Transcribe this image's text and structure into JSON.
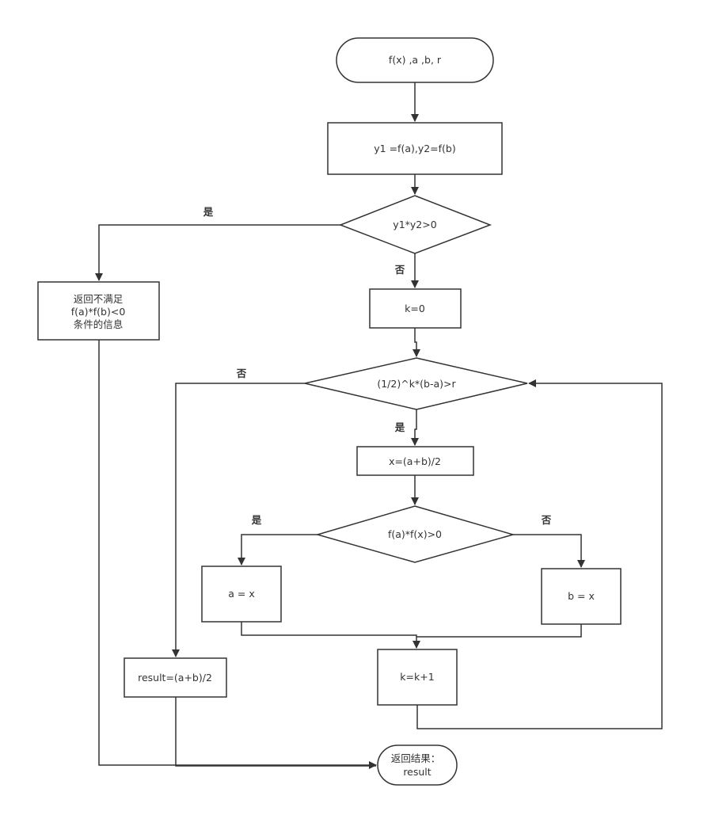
{
  "nodes": {
    "start": "f(x) ,a ,b, r",
    "compute_y": "y1 =f(a),y2=f(b)",
    "check_sign": "y1*y2>0",
    "error_msg": [
      "返回不满足",
      "f(a)*f(b)<0",
      "条件的信息"
    ],
    "init_k": "k=0",
    "loop_cond": "(1/2)^k*(b-a)>r",
    "midpoint": "x=(a+b)/2",
    "check_mid": "f(a)*f(x)>0",
    "assign_a": "a = x",
    "assign_b": "b = x",
    "increment_k": "k=k+1",
    "result": "result=(a+b)/2",
    "end": [
      "返回结果：",
      "result"
    ]
  },
  "edge_labels": {
    "check_sign_yes": "是",
    "check_sign_no": "否",
    "loop_no": "否",
    "loop_yes": "是",
    "check_mid_yes": "是",
    "check_mid_no": "否"
  },
  "colors": {
    "stroke": "#333333",
    "fill": "#ffffff",
    "text": "#333333"
  }
}
